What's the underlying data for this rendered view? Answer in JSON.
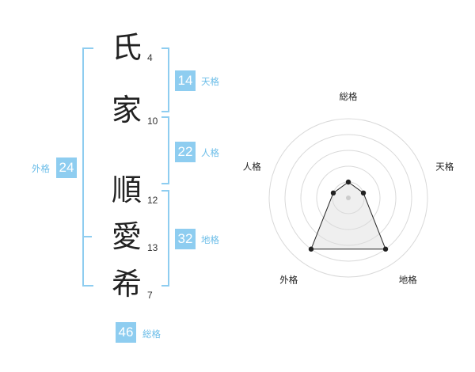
{
  "name_chars": [
    {
      "char": "氏",
      "strokes": "4"
    },
    {
      "char": "家",
      "strokes": "10"
    },
    {
      "char": "順",
      "strokes": "12"
    },
    {
      "char": "愛",
      "strokes": "13"
    },
    {
      "char": "希",
      "strokes": "7"
    }
  ],
  "badges": {
    "tenkaku": {
      "value": "14",
      "label": "天格"
    },
    "jinkaku": {
      "value": "22",
      "label": "人格"
    },
    "chikaku": {
      "value": "32",
      "label": "地格"
    },
    "gaikaku": {
      "value": "24",
      "label": "外格"
    },
    "soukaku": {
      "value": "46",
      "label": "総格"
    }
  },
  "colors": {
    "accent": "#8ecdf0",
    "accent_text": "#6bbde8",
    "ring": "#d9d9d9",
    "fill": "#f0f0f0"
  },
  "chart_data": {
    "type": "radar",
    "axes": [
      "総格",
      "天格",
      "地格",
      "外格",
      "人格"
    ],
    "values": [
      1,
      1,
      4,
      4,
      1
    ],
    "max": 5,
    "rings": 5
  }
}
